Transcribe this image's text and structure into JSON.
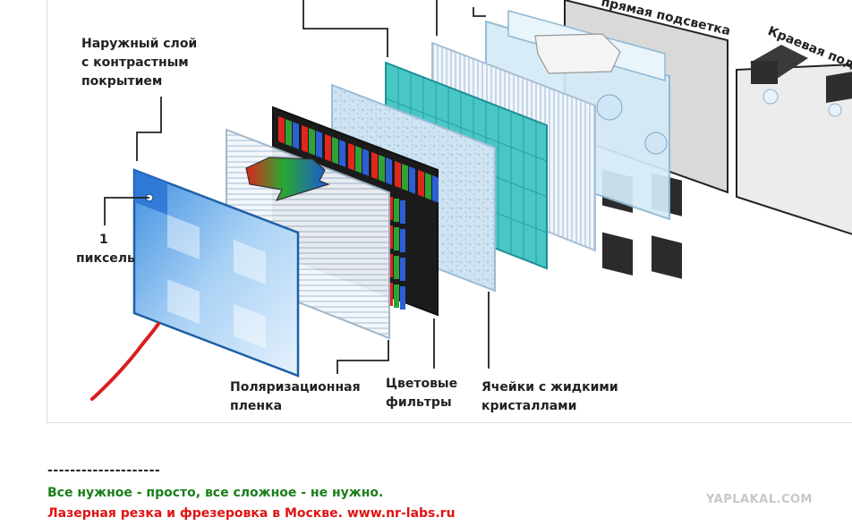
{
  "diagram": {
    "labels": {
      "outer_layer": [
        "Наружный слой",
        "с контрастным",
        "покрытием"
      ],
      "pixel": [
        "1",
        "пиксель"
      ],
      "polarizer": [
        "Поляризационная",
        "пленка"
      ],
      "color_filters": [
        "Цветовые",
        "фильтры"
      ],
      "lc_cells": [
        "Ячейки с жидкими",
        "кристаллами"
      ],
      "direct_backlight": "прямая подсветка",
      "edge_backlight": "Краевая подс"
    },
    "colors": {
      "front_glass": "#5aa7ea",
      "lc_layer": "#3cc0c0",
      "annotation_stroke": "#d91e1e"
    }
  },
  "signature": {
    "divider": "--------------------",
    "quote": "Все нужное - просто, все сложное - не нужно.",
    "ad": "Лазерная резка и фрезеровка в Москве. www.nr-labs.ru"
  },
  "watermark": "YAPLAKAL.COM"
}
